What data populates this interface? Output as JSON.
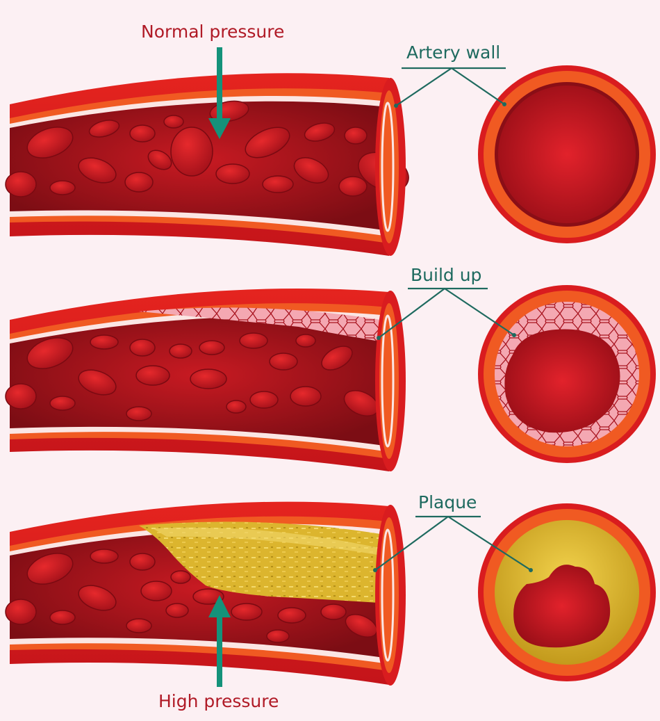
{
  "labels": {
    "normal_pressure": "Normal pressure",
    "artery_wall": "Artery wall",
    "build_up": "Build up",
    "plaque": "Plaque",
    "high_pressure": "High pressure"
  },
  "colors": {
    "background": "#fcf0f3",
    "artery_outer": "#d91c1f",
    "artery_wall": "#f05a22",
    "lumen": "#a4141d",
    "blood_cell": "#c8141e",
    "build_up": "#f0a0ab",
    "plaque": "#d9b42c",
    "pointer": "#1e6a5f",
    "arrow": "#14927a",
    "red_label": "#b01a26"
  },
  "panels": [
    {
      "condition": "normal",
      "icon": "artery-normal"
    },
    {
      "condition": "build-up",
      "icon": "artery-build-up"
    },
    {
      "condition": "plaque",
      "icon": "artery-plaque"
    }
  ]
}
